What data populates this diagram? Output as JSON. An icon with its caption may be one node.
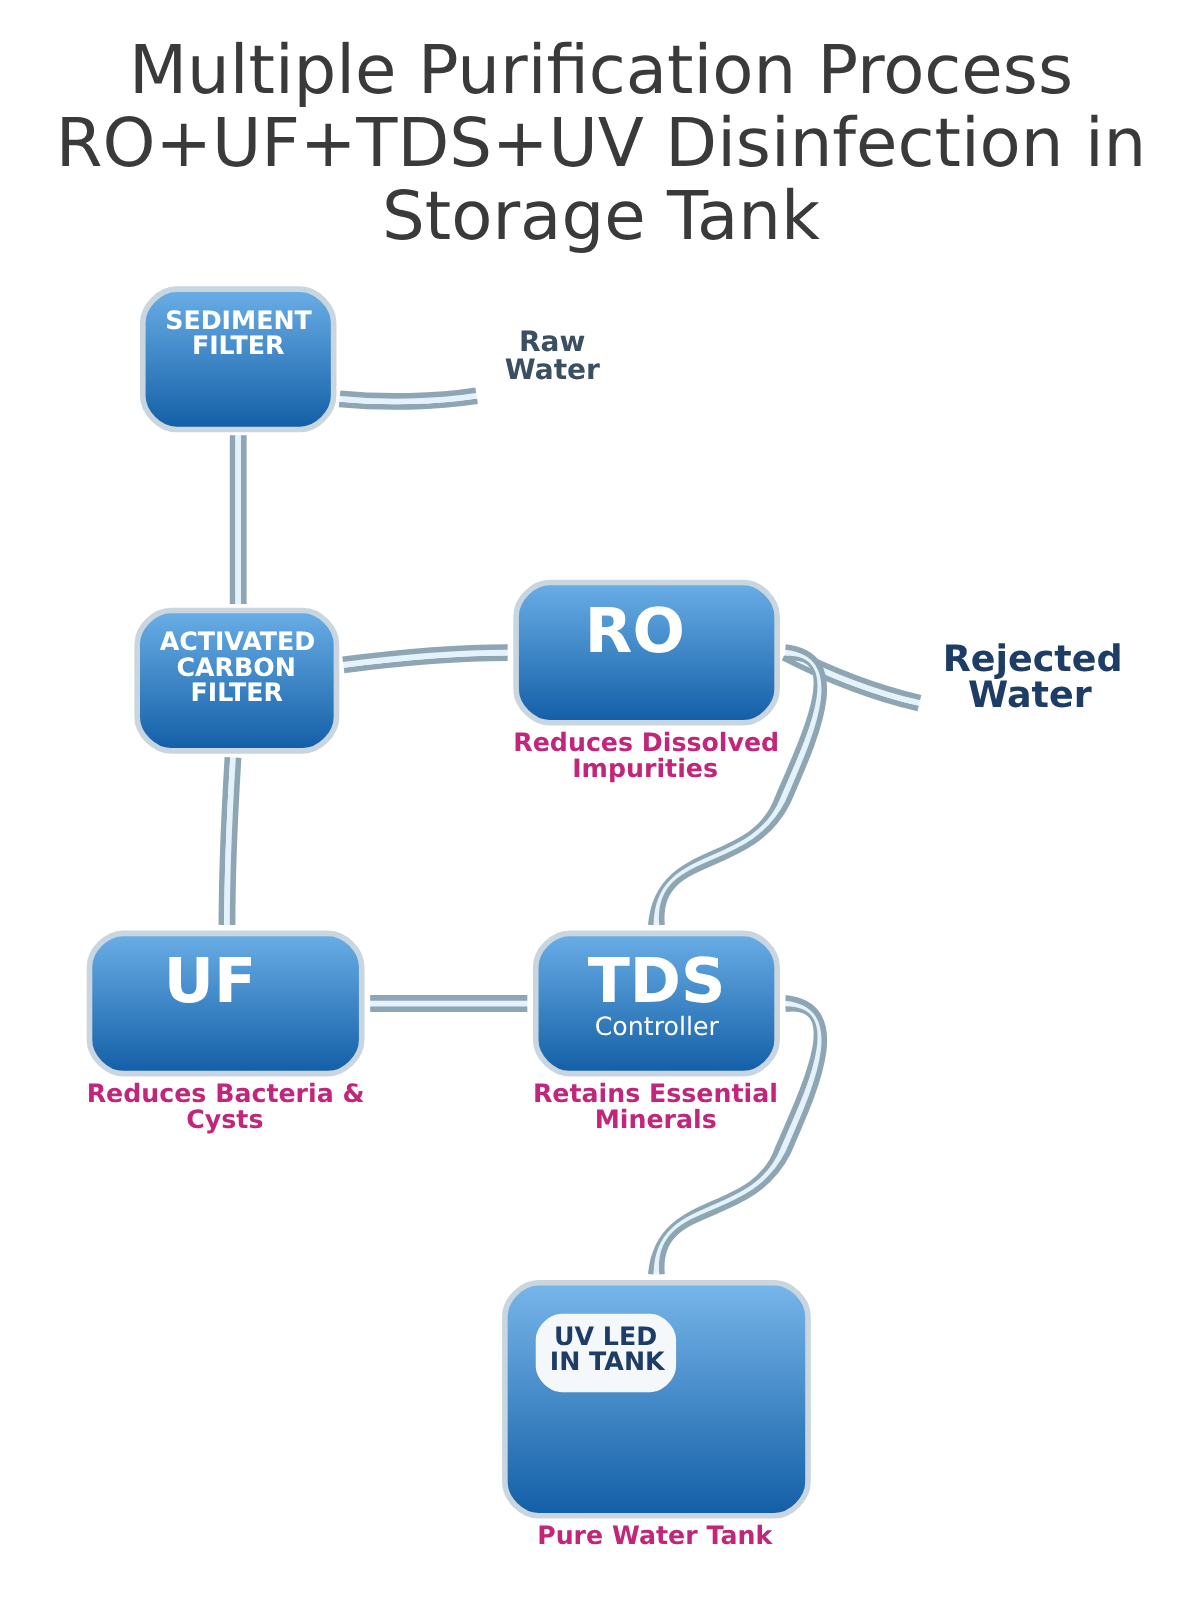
{
  "diagram": {
    "title": "Multiple Purification Process RO+UF+TDS+UV Disinfection in Storage Tank",
    "nodes": [
      {
        "text": [
          "SEDIMENT FILTER"
        ]
      },
      {
        "text": [
          "Raw Water"
        ]
      },
      {
        "text": [
          "ACTIVATED CARBON FILTER"
        ]
      },
      {
        "text": [
          "RO"
        ],
        "beside": [
          "Reduces Dissolved Impurities"
        ]
      },
      {
        "text": [
          "Rejected Water"
        ]
      },
      {
        "text": [
          "UF"
        ],
        "beside": [
          "Reduces Bacteria & Cysts"
        ]
      },
      {
        "text": [
          "TDS",
          "Controller"
        ],
        "beside": [
          "Retains Essential Minerals"
        ]
      },
      {
        "text": [
          "UV LED IN TANK"
        ],
        "beside": [
          "Pure Water Tank"
        ]
      }
    ],
    "edges": [
      {
        "from": 0,
        "to": 1,
        "arrow": "none"
      },
      {
        "from": 0,
        "to": 2,
        "arrow": "none"
      },
      {
        "from": 2,
        "to": 3,
        "arrow": "none"
      },
      {
        "from": 2,
        "to": 5,
        "arrow": "none"
      },
      {
        "from": 3,
        "to": 4,
        "arrow": "none"
      },
      {
        "from": 3,
        "to": 6,
        "arrow": "none"
      },
      {
        "from": 5,
        "to": 6,
        "arrow": "none"
      },
      {
        "from": 6,
        "to": 7,
        "arrow": "none"
      }
    ]
  }
}
